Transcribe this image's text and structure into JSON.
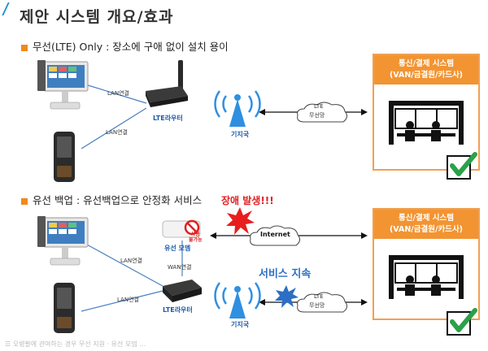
{
  "title": "제안 시스템 개요/효과",
  "section1": {
    "heading": "무선(LTE) Only : 장소에 구애 없이 설치 용이",
    "lan1": "LAN연결",
    "lan2": "LAN연결",
    "router": "LTE라우터",
    "base": "기지국",
    "cloud_line1": "LTE",
    "cloud_line2": "무선망",
    "box_line1": "통신/결제 시스템",
    "box_line2": "(VAN/금결원/카드사)"
  },
  "section2": {
    "heading": "유선 백업 : 유선백업으로 안정화 서비스",
    "failure": "장애 발생!!!",
    "lan1": "LAN연결",
    "lan2": "LAN연결",
    "wan": "WAN연결",
    "modem": "유선 모뎀",
    "unavailable_line1": "사용",
    "unavailable_line2": "불가능",
    "internet": "Internet",
    "continue": "서비스 지속",
    "router": "LTE라우터",
    "base": "기지국",
    "cloud_line1": "LTE",
    "cloud_line2": "무선망",
    "box_line1": "통신/결제 시스템",
    "box_line2": "(VAN/금결원/카드사)"
  },
  "footer": "☰ 오병팔에 관여하는 경우 무선 지원 · 유선 모뎀 …"
}
